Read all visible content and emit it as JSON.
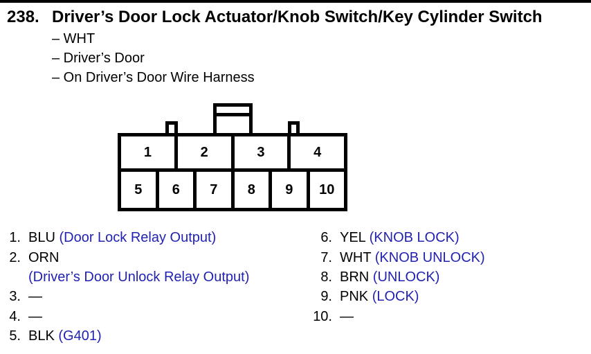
{
  "header": {
    "section_number": "238.",
    "title": "Driver’s Door Lock Actuator/Knob Switch/Key Cylinder Switch"
  },
  "details": {
    "line1": "– WHT",
    "line2": "– Driver’s Door",
    "line3": "– On Driver’s Door Wire Harness"
  },
  "connector": {
    "top_row_pins": [
      "1",
      "2",
      "3",
      "4"
    ],
    "bottom_row_pins": [
      "5",
      "6",
      "7",
      "8",
      "9",
      "10"
    ]
  },
  "pins": {
    "left": [
      {
        "num": "1.",
        "wire": "BLU",
        "desc": "(Door Lock Relay Output)"
      },
      {
        "num": "2.",
        "wire": "ORN",
        "desc": "",
        "desc2": "(Driver’s Door Unlock Relay Output)"
      },
      {
        "num": "3.",
        "wire": "—",
        "desc": ""
      },
      {
        "num": "4.",
        "wire": "—",
        "desc": ""
      },
      {
        "num": "5.",
        "wire": "BLK",
        "desc": "(G401)"
      }
    ],
    "right": [
      {
        "num": "6.",
        "wire": "YEL",
        "desc": "(KNOB LOCK)"
      },
      {
        "num": "7.",
        "wire": "WHT",
        "desc": "(KNOB UNLOCK)"
      },
      {
        "num": "8.",
        "wire": "BRN",
        "desc": "(UNLOCK)"
      },
      {
        "num": "9.",
        "wire": "PNK",
        "desc": "(LOCK)"
      },
      {
        "num": "10.",
        "wire": "—",
        "desc": ""
      }
    ]
  },
  "colors": {
    "function_text_blue": "#2222b2",
    "text_black": "#000000",
    "background": "#ffffff"
  }
}
